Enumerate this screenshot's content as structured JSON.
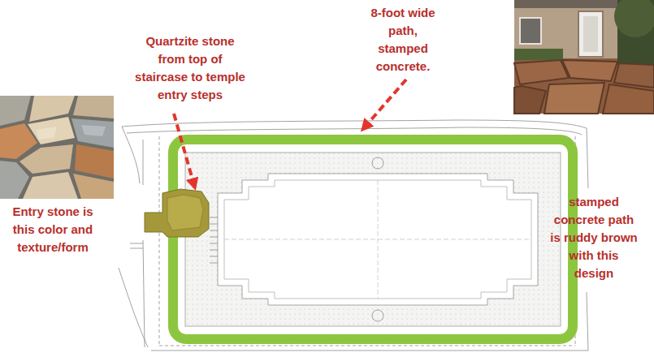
{
  "diagram": {
    "labels": [
      "Quartzite stone from top of staircase to temple entry steps",
      "8-foot wide path, stamped concrete.",
      "Entry stone is this color and texture/form",
      "stamped concrete path is ruddy brown with this design"
    ]
  }
}
